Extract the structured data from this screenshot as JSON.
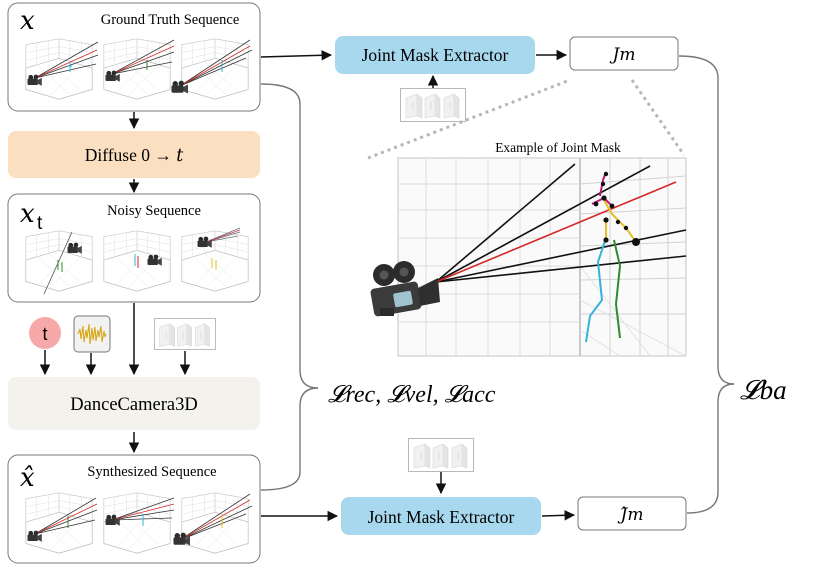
{
  "gt": {
    "symbol": "𝑥",
    "title": "Ground Truth Sequence"
  },
  "diffuse": {
    "label": "Diffuse 0 → 𝑡"
  },
  "noisy": {
    "symbol": "𝑥",
    "subscript": "t",
    "title": "Noisy Sequence"
  },
  "timestep": {
    "label": "t"
  },
  "model": {
    "label": "DanceCamera3D"
  },
  "synth": {
    "symbol": "𝑥̂",
    "title": "Synthesized Sequence"
  },
  "extractor_top": {
    "label": "Joint Mask Extractor"
  },
  "extractor_bottom": {
    "label": "Joint Mask Extractor"
  },
  "jm_top": {
    "label": "𝐽𝑚"
  },
  "jm_bottom": {
    "label": "𝐽̂𝑚"
  },
  "example": {
    "title": "Example of Joint Mask"
  },
  "loss_main": {
    "label": "𝓛rec, 𝓛vel, 𝓛acc"
  },
  "loss_ba": {
    "label": "𝓛ba"
  },
  "colors": {
    "extractor_fill": "#a8d8ee",
    "diffuse_fill": "#fbdfc1",
    "model_fill": "#f4f2ec",
    "timestep_fill": "#f7a9a9",
    "audio_wave": "#d9a81a",
    "red_ray": "#d62828",
    "dancer_cyan": "#33b3d9",
    "dancer_green": "#2e8b2e",
    "dancer_yellow": "#e6c024",
    "dancer_magenta": "#c0187a"
  }
}
